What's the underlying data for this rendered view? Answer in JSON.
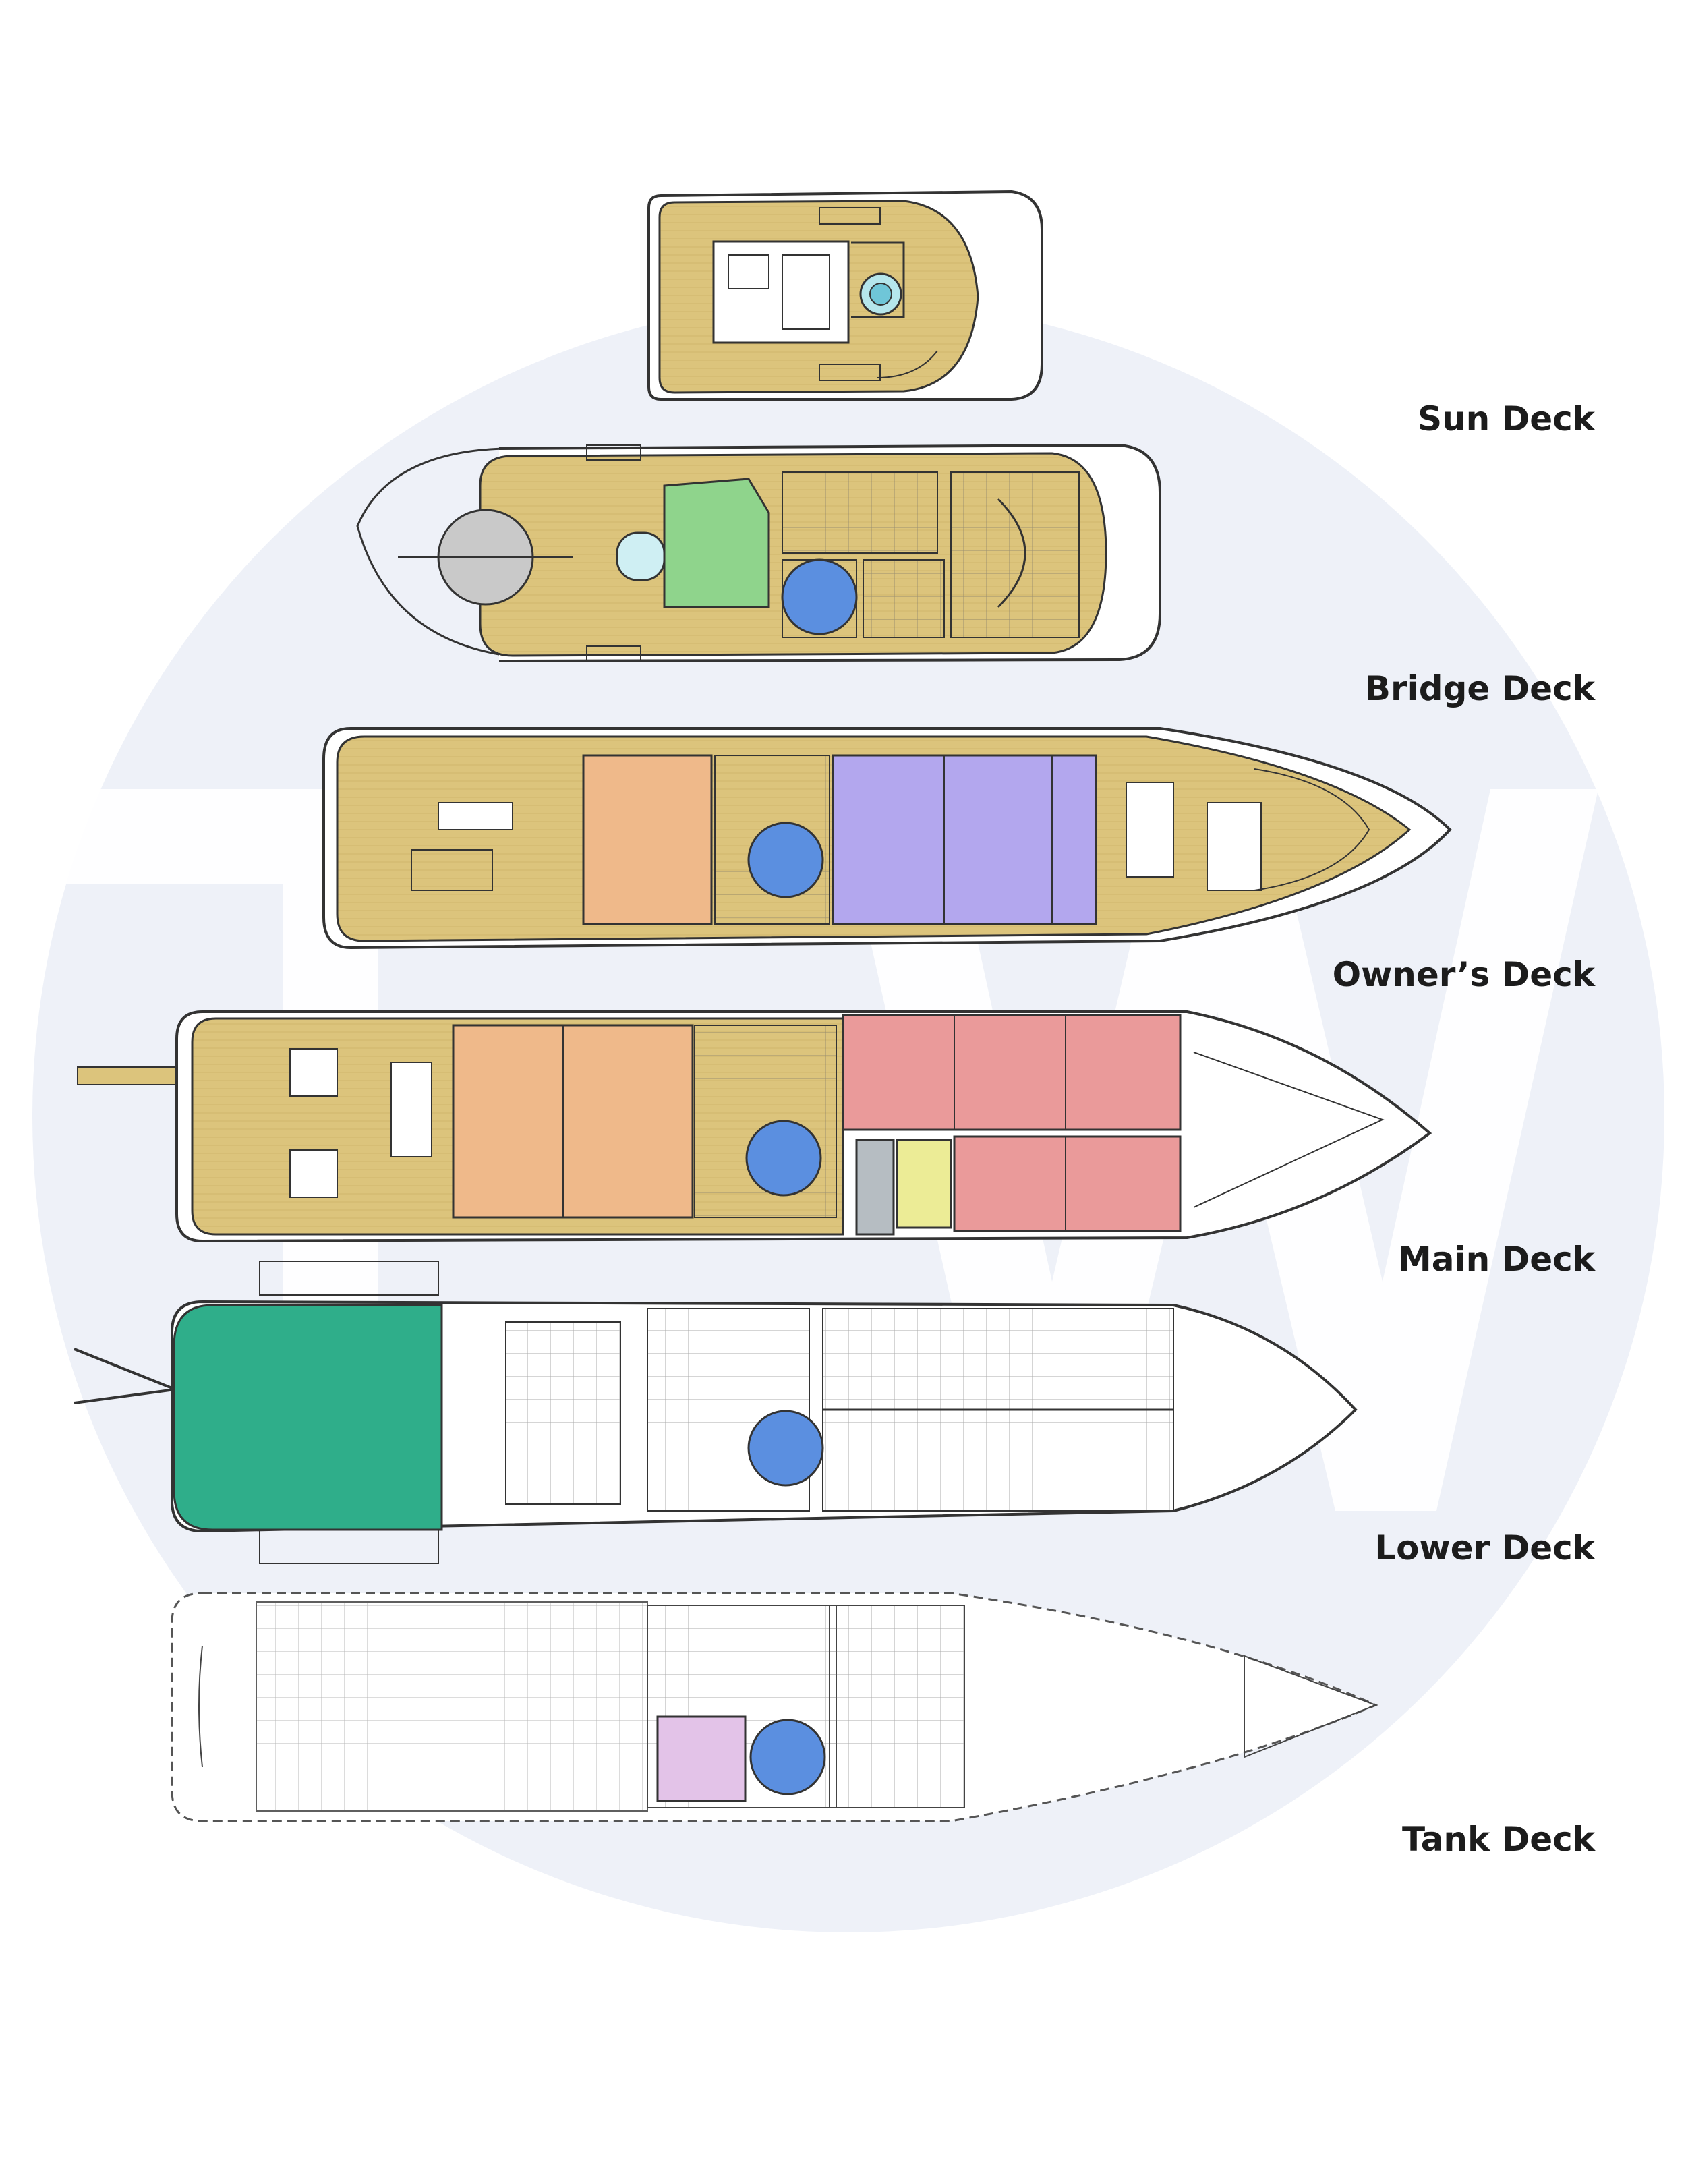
{
  "decks": [
    {
      "id": "sun",
      "label": "Sun Deck"
    },
    {
      "id": "bridge",
      "label": "Bridge Deck"
    },
    {
      "id": "owner",
      "label": "Owner’s Deck"
    },
    {
      "id": "main",
      "label": "Main Deck"
    },
    {
      "id": "lower",
      "label": "Lower Deck"
    },
    {
      "id": "tank",
      "label": "Tank Deck"
    }
  ],
  "colors": {
    "teak_deck": "#dcc47c",
    "watermark_circle": "#eef1f8",
    "pool_green": "#8fd48c",
    "stair_blue": "#5b8fe0",
    "lounge_orange": "#efb98a",
    "owner_purple": "#b3a7ee",
    "guest_red": "#ea9a9a",
    "galley_yellow": "#ecec96",
    "laundry_grey": "#b6bdc2",
    "tender_garage_green": "#2fae8a",
    "tank_pink": "#e3c3e8",
    "line": "#333333"
  }
}
